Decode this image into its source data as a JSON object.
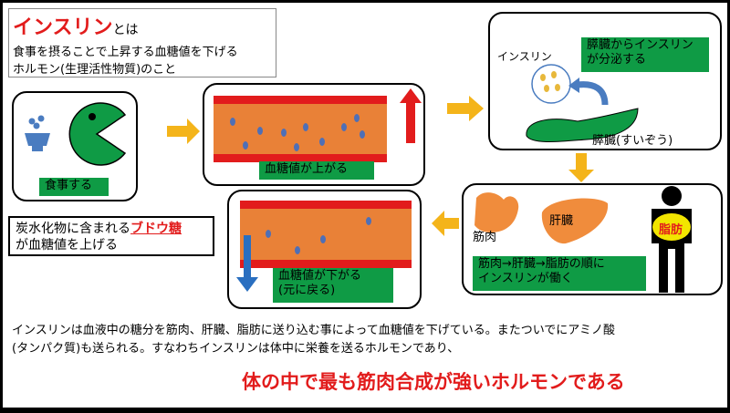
{
  "definition": {
    "title": "インスリン",
    "title_suffix": "とは",
    "line1": "食事を摂ることで上昇する血糖値を下げる",
    "line2": "ホルモン(生理活性物質)のこと"
  },
  "steps": {
    "eat": "食事する",
    "glucose_up": "血糖値が上がる",
    "secretion_line1": "膵臓からインスリン",
    "secretion_line2": "が分泌する",
    "insulin_label": "インスリン",
    "pancreas_label": "膵臓(すいぞう)",
    "muscle_label": "筋肉",
    "liver_label": "肝臓",
    "fat_label": "脂肪",
    "order_line1": "筋肉→肝臓→脂肪の順に",
    "order_line2": "インスリンが働く",
    "glucose_down_line1": "血糖値が下がる",
    "glucose_down_line2": "(元に戻る)"
  },
  "note": {
    "line1_a": "炭水化物に含まれる",
    "line1_b": "ブドウ糖",
    "line2": "が血糖値を上げる"
  },
  "bottom": {
    "line1": "インスリンは血液中の糖分を筋肉、肝臓、脂肪に送り込む事によって血糖値を下げている。またついでにアミノ酸",
    "line2": "(タンパク質)も送られる。すなわちインスリンは体中に栄養を送るホルモンであり、",
    "emphasis": "体の中で最も筋肉合成が強いホルモンである"
  },
  "colors": {
    "accent_red": "#e21c1c",
    "label_green": "#0f9b45",
    "vessel_orange": "#e98137",
    "flow_arrow": "#f4b41a",
    "glucose_dot": "#4f6fb6",
    "organ_orange": "#f08c3c"
  }
}
